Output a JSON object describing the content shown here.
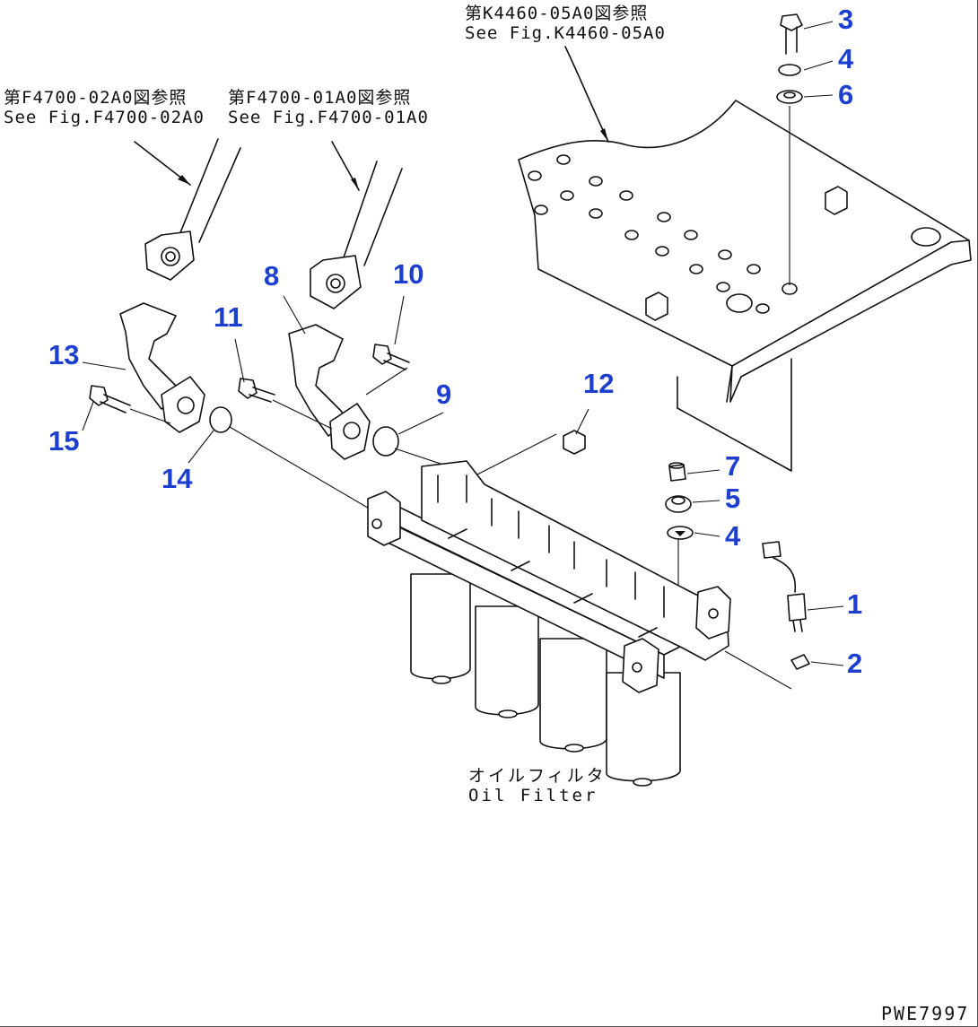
{
  "references": [
    {
      "jp": "第K4460-05A0図参照",
      "en": "See Fig.K4460-05A0"
    },
    {
      "jp": "第F4700-02A0図参照",
      "en": "See Fig.F4700-02A0"
    },
    {
      "jp": "第F4700-01A0図参照",
      "en": "See Fig.F4700-01A0"
    }
  ],
  "callouts": [
    "3",
    "4",
    "6",
    "8",
    "10",
    "11",
    "13",
    "15",
    "9",
    "12",
    "14",
    "7",
    "5",
    "4",
    "1",
    "2"
  ],
  "caption": {
    "jp": "オイルフィルタ",
    "en": "Oil Filter"
  },
  "drawing_code": "PWE7997"
}
